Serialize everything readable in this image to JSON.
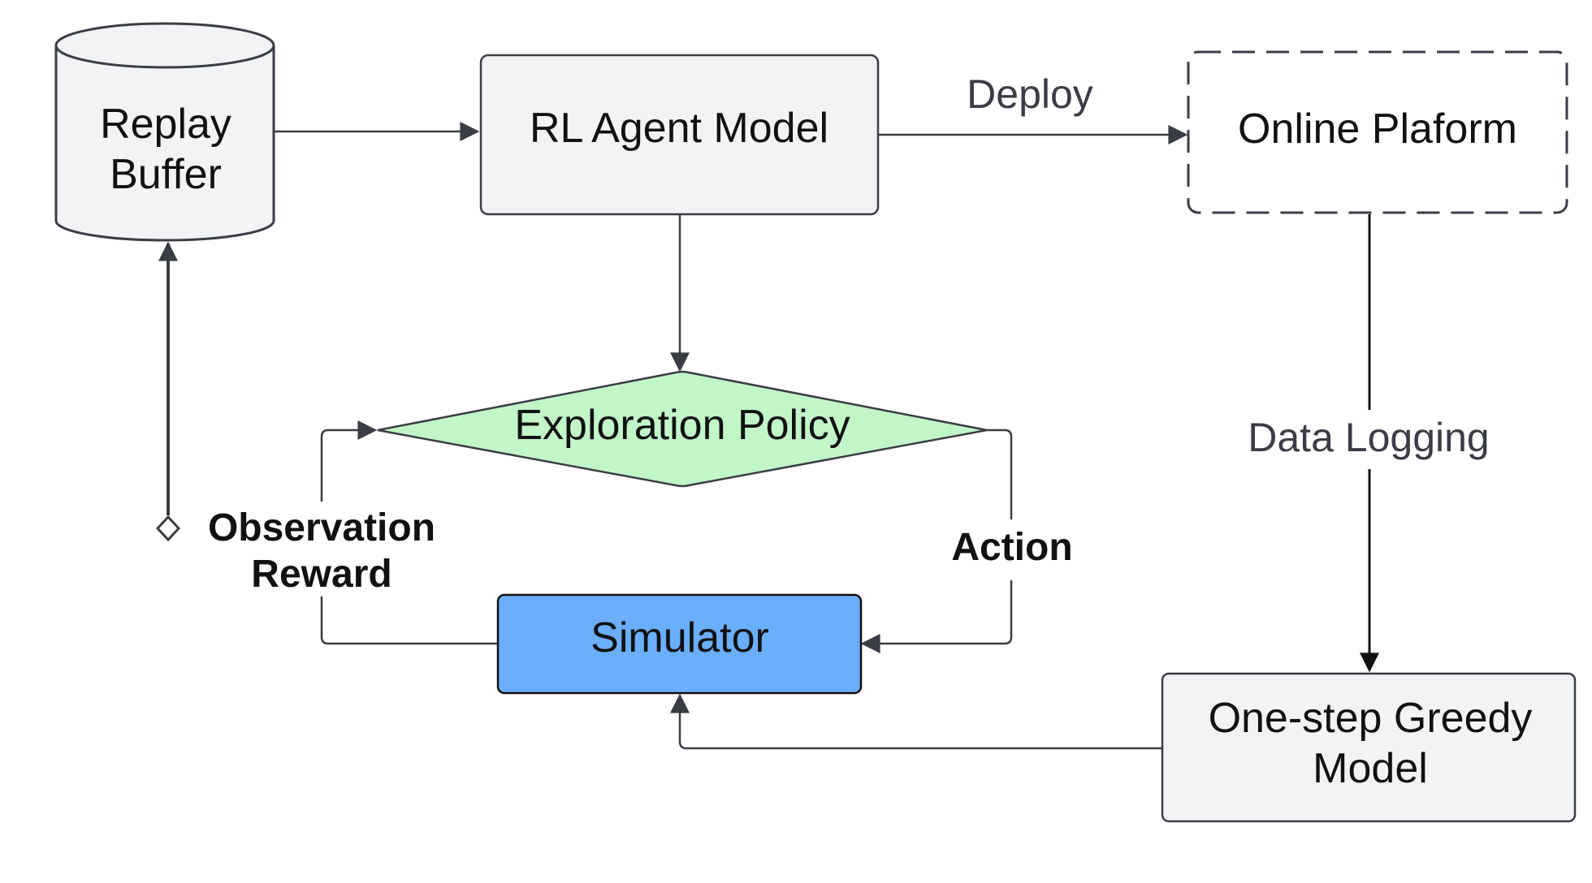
{
  "nodes": {
    "replay_buffer": {
      "line1": "Replay",
      "line2": "Buffer"
    },
    "rl_agent_model": {
      "label": "RL Agent Model"
    },
    "online_platform": {
      "label": "Online Plaform"
    },
    "exploration_policy": {
      "label": "Exploration Policy"
    },
    "simulator": {
      "label": "Simulator"
    },
    "greedy_model": {
      "line1": "One-step Greedy",
      "line2": "Model"
    }
  },
  "edges": {
    "deploy": {
      "label": "Deploy"
    },
    "data_logging": {
      "label": "Data Logging"
    },
    "observation_reward": {
      "line1": "Observation",
      "line2": "Reward"
    },
    "action": {
      "label": "Action"
    }
  },
  "colors": {
    "box_fill": "#f2f3f5",
    "box_stroke": "#3a3d44",
    "diamond_fill": "#c2f5c8",
    "simulator_fill": "#6aaefc",
    "arrow": "#3a3d44",
    "black_arrow": "#111111"
  }
}
